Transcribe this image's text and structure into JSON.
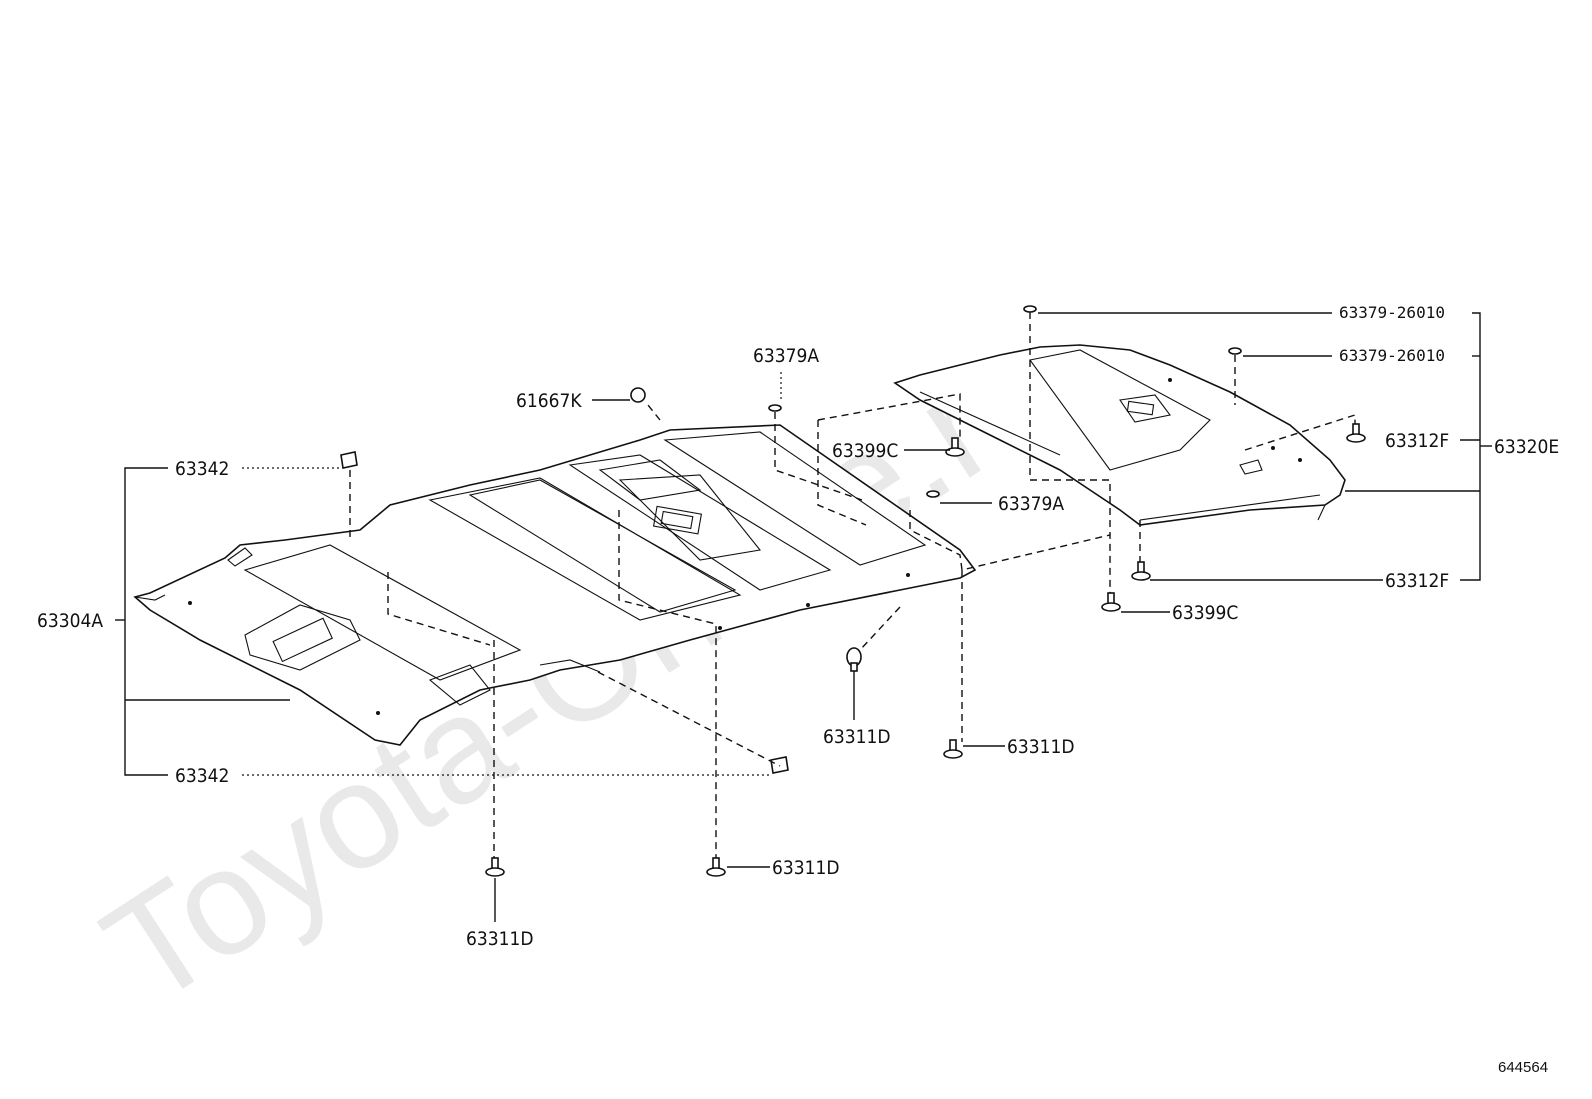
{
  "watermark": "Toyota-Online.ru",
  "figure_id": "644564",
  "labels": {
    "l63342_top": "63342",
    "l63342_bottom": "63342",
    "l63304A": "63304A",
    "l61667K": "61667K",
    "l63379A_top": "63379A",
    "l63379A_mid": "63379A",
    "l63399C_top": "63399C",
    "l63399C_bottom": "63399C",
    "l63311D_mid": "63311D",
    "l63311D_right": "63311D",
    "l63311D_bottom_center": "63311D",
    "l63311D_bottom_left": "63311D",
    "l63379_26010_a": "63379-26010",
    "l63379_26010_b": "63379-26010",
    "l63312F_top": "63312F",
    "l63312F_bottom": "63312F",
    "l63320E": "63320E"
  }
}
